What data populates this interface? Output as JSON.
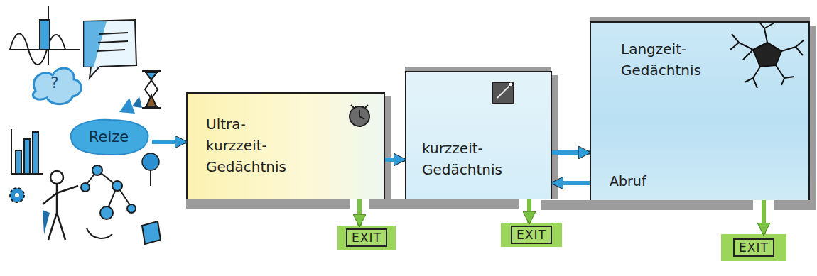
{
  "diagram": {
    "nodes": [
      {
        "text": [
          "Reize"
        ]
      },
      {
        "text": [
          "Ultra- kurzzeit- Gedächtnis"
        ]
      },
      {
        "text": [
          "kurzzeit- Gedächtnis"
        ]
      },
      {
        "text": [
          "Langzeit- Gedächtnis"
        ]
      },
      {
        "text": [
          "EXIT"
        ]
      },
      {
        "text": [
          "EXIT"
        ]
      },
      {
        "text": [
          "EXIT"
        ]
      }
    ],
    "edges": [
      {
        "from": 0,
        "to": 1,
        "arrow": "to"
      },
      {
        "from": 1,
        "to": 2,
        "arrow": "to"
      },
      {
        "from": 2,
        "to": 3,
        "arrow": "to"
      },
      {
        "from": 3,
        "to": 2,
        "label": "Abruf",
        "arrow": "to"
      },
      {
        "from": 1,
        "to": 4,
        "arrow": "to"
      },
      {
        "from": 2,
        "to": 5,
        "arrow": "to"
      },
      {
        "from": 3,
        "to": 6,
        "arrow": "to"
      }
    ],
    "labels": [
      "?"
    ]
  }
}
